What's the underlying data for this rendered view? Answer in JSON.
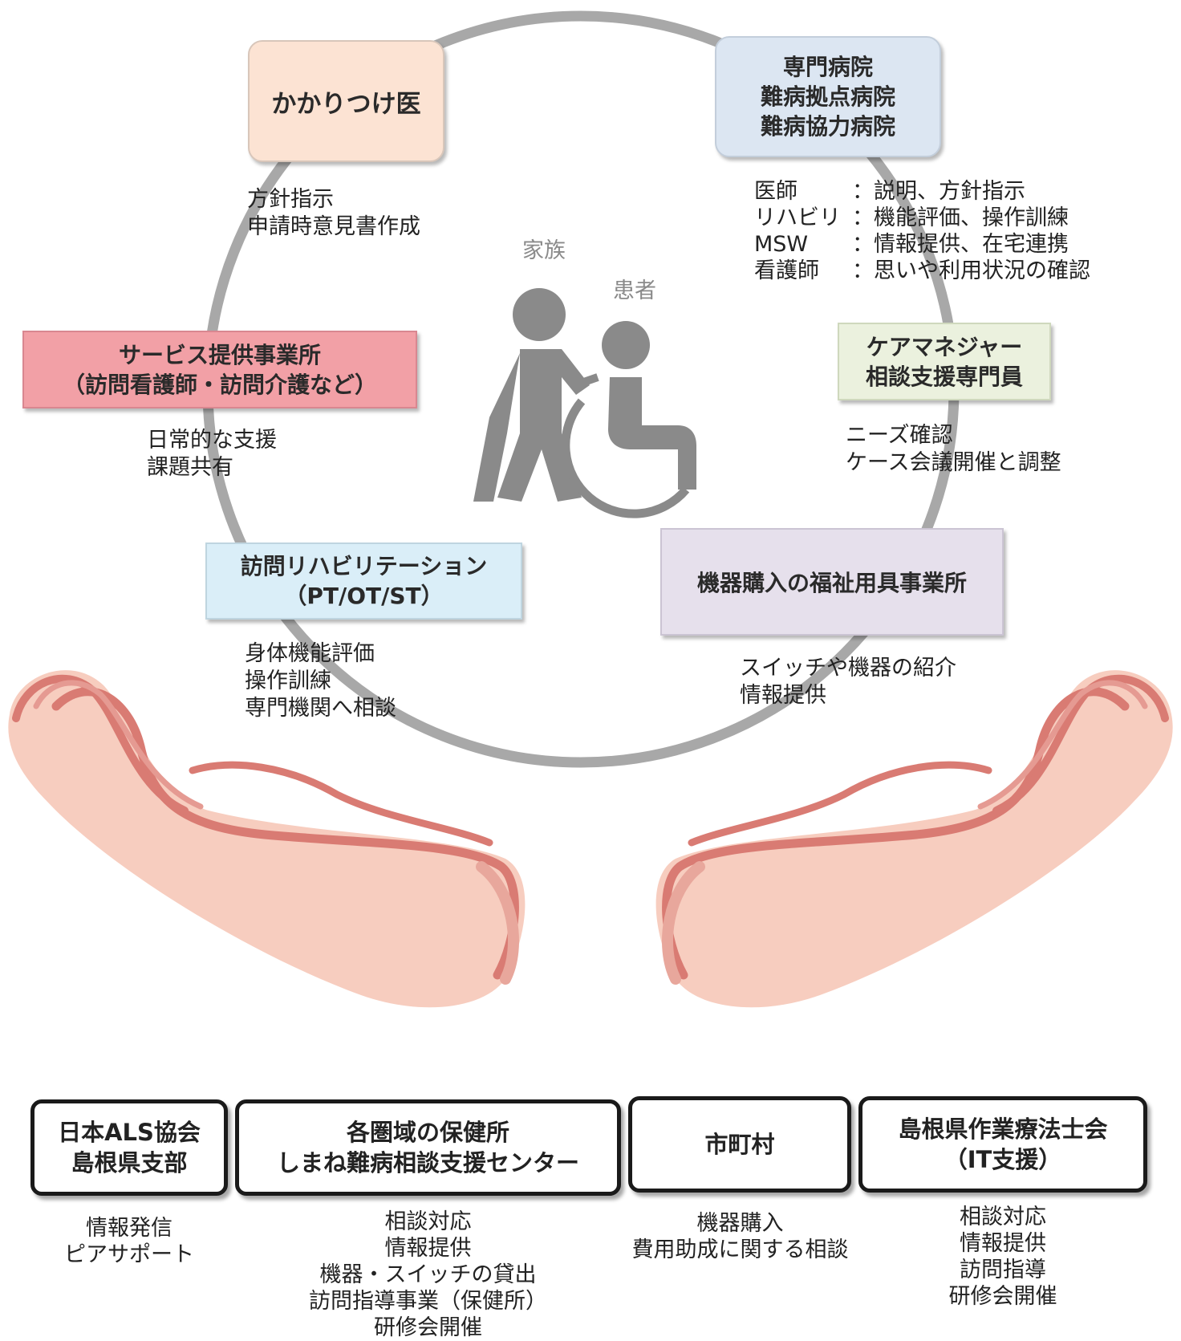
{
  "center": {
    "family_label": "家族",
    "patient_label": "患者",
    "icon": "caregiver-wheelchair-icon"
  },
  "nodes": {
    "clinic": {
      "title": [
        "かかりつけ医"
      ],
      "notes": [
        "方針指示",
        "申請時意見書作成"
      ],
      "color": "#fce3d3"
    },
    "hospital": {
      "title": [
        "専門病院",
        "難病拠点病院",
        "難病協力病院"
      ],
      "staff": [
        {
          "role": "医師",
          "duty": "：説明、方針指示"
        },
        {
          "role": "リハビリ",
          "duty": "：機能評価、操作訓練"
        },
        {
          "role": "MSW",
          "duty": "：情報提供、在宅連携"
        },
        {
          "role": "看護師",
          "duty": "：思いや利用状況の確認"
        }
      ],
      "color": "#dce6f2"
    },
    "service": {
      "title": [
        "サービス提供事業所",
        "（訪問看護師・訪問介護など）"
      ],
      "notes": [
        "日常的な支援",
        "課題共有"
      ],
      "color": "#f2a0a6"
    },
    "caremanager": {
      "title": [
        "ケアマネジャー",
        "相談支援専門員"
      ],
      "notes": [
        "ニーズ確認",
        "ケース会議開催と調整"
      ],
      "color": "#ebf1de"
    },
    "rehab": {
      "title": [
        "訪問リハビリテーション",
        "（PT/OT/ST）"
      ],
      "notes": [
        "身体機能評価",
        "操作訓練",
        "専門機関へ相談"
      ],
      "color": "#daeef8"
    },
    "welfare": {
      "title": [
        "機器購入の福祉用具事業所"
      ],
      "notes": [
        "スイッチや機器の紹介",
        "情報提供"
      ],
      "color": "#e6e0ec"
    }
  },
  "orgs": [
    {
      "title": [
        "日本ALS協会",
        "島根県支部"
      ],
      "notes": [
        "情報発信",
        "ピアサポート"
      ]
    },
    {
      "title": [
        "各圏域の保健所",
        "しまね難病相談支援センター"
      ],
      "notes": [
        "相談対応",
        "情報提供",
        "機器・スイッチの貸出",
        "訪問指導事業（保健所）",
        "研修会開催"
      ]
    },
    {
      "title": [
        "市町村"
      ],
      "notes": [
        "機器購入",
        "費用助成に関する相談"
      ]
    },
    {
      "title": [
        "島根県作業療法士会",
        "（IT支援）"
      ],
      "notes": [
        "相談対応",
        "情報提供",
        "訪問指導",
        "研修会開催"
      ]
    }
  ],
  "colors": {
    "ring": "#a6a6a6",
    "hand_fill": "#f5c2b4",
    "hand_outline": "#d9776f",
    "icon": "#8c8c8c"
  }
}
